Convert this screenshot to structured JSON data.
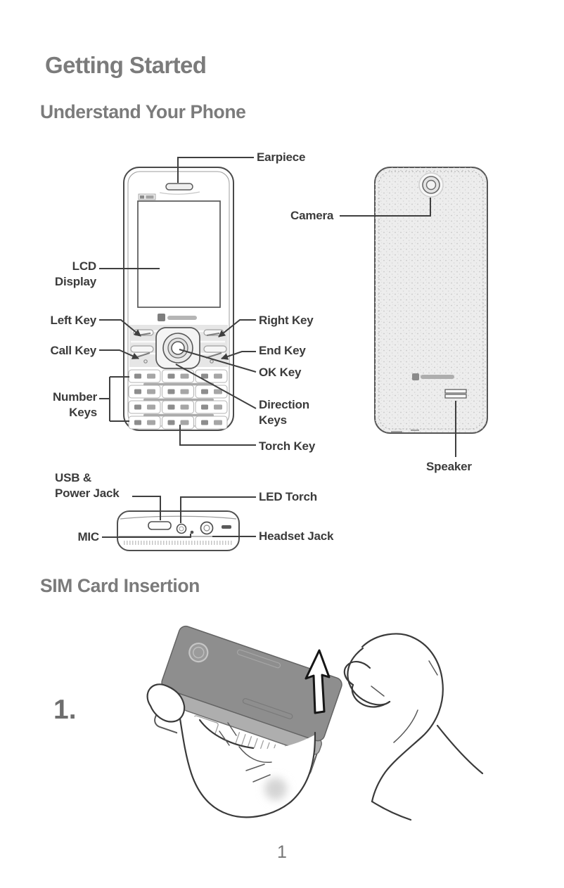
{
  "page": {
    "title": "Getting Started",
    "page_number": "1"
  },
  "sections": {
    "understand_your_phone": "Understand Your Phone",
    "sim_card_insertion": "SIM Card Insertion"
  },
  "sim_steps": {
    "step1_number": "1."
  },
  "diagram_labels": {
    "earpiece": "Earpiece",
    "camera": "Camera",
    "lcd_display": [
      "LCD",
      "Display"
    ],
    "left_key": "Left Key",
    "right_key": "Right Key",
    "call_key": "Call Key",
    "end_key": "End Key",
    "ok_key": "OK Key",
    "number_keys": [
      "Number",
      "Keys"
    ],
    "direction_keys": [
      "Direction",
      "Keys"
    ],
    "torch_key": "Torch Key",
    "usb_power_jack": [
      "USB &",
      "Power Jack"
    ],
    "mic": "MIC",
    "led_torch": "LED Torch",
    "headset_jack": "Headset Jack",
    "speaker": "Speaker"
  },
  "icons": {
    "sim_removal_arrow": "arrow-up-icon"
  },
  "colors": {
    "heading": "#7b7b7b",
    "label_text": "#3b3b3b",
    "line_art": "#3f3f3f",
    "back_cover_gray": "#8e8e8e"
  }
}
